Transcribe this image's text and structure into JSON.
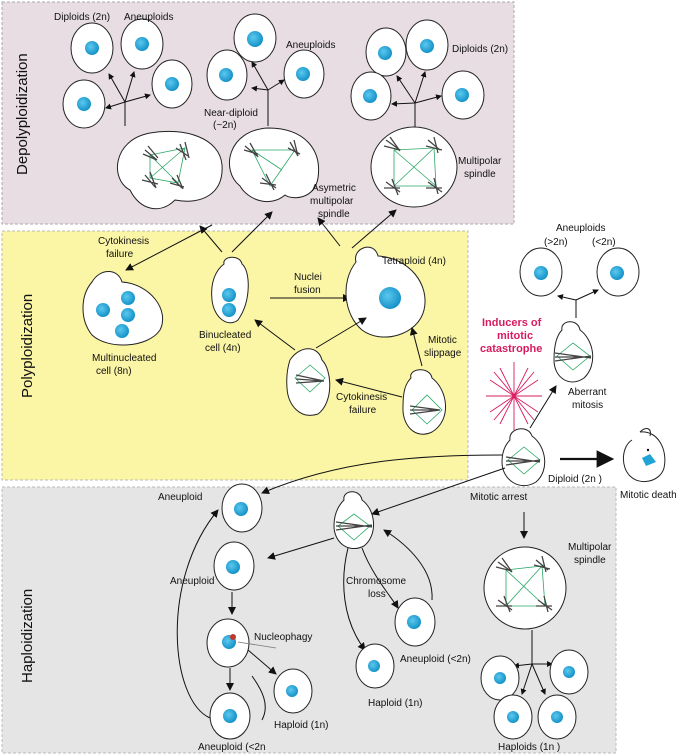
{
  "sections": {
    "depoly": "Depolyploidization",
    "poly": "Polyploidization",
    "haplo": "Haploidization"
  },
  "labels": {
    "diploids_2n_a": "Diploids (2n)",
    "aneuploids_a": "Aneuploids",
    "aneuploids_b": "Aneuploids",
    "near_diploid_1": "Near-diploid",
    "near_diploid_2": "(~2n)",
    "asym_1": "Asymetric",
    "asym_2": "multipolar",
    "asym_3": "spindle",
    "diploids_2n_b": "Diploids (2n)",
    "multipolar_1": "Multipolar",
    "multipolar_2": "spindle",
    "cytokinesis_fail_1a": "Cytokinesis",
    "cytokinesis_fail_1b": "failure",
    "multinucleated_1": "Multinucleated",
    "multinucleated_2": "cell (8n)",
    "binucleated_1": "Binucleated",
    "binucleated_2": "cell (4n)",
    "nuclei_fusion_1": "Nuclei",
    "nuclei_fusion_2": "fusion",
    "tetraploid": "Tetraploid (4n)",
    "mitotic_slippage_1": "Mitotic",
    "mitotic_slippage_2": "slippage",
    "cytokinesis_fail_2a": "Cytokinesis",
    "cytokinesis_fail_2b": "failure",
    "inducers_1": "Inducers of",
    "inducers_2": "mitotic",
    "inducers_3": "catastrophe",
    "aneuploids_right": "Aneuploids",
    "gt2n": "(>2n)",
    "lt2n": "(<2n)",
    "aberrant_1": "Aberrant",
    "aberrant_2": "mitosis",
    "diploid_center": "Diploid (2n )",
    "mitotic_death": "Mitotic death",
    "mitotic_arrest": "Mitotic arrest",
    "multipolar_3": "Multipolar",
    "multipolar_4": "spindle",
    "aneuploid_top": "Aneuploid",
    "aneuploid_mid": "Aneuploid",
    "nucleophagy": "Nucleophagy",
    "chromosome_loss_1": "Chromosome",
    "chromosome_loss_2": "loss",
    "aneuploid_lt2n_a": "Aneuploid (<2n",
    "haploid_1n_a": "Haploid (1n)",
    "haploid_1n_b": "Haploid (1n)",
    "aneuploid_lt2n_b": "Aneuploid (<2n)",
    "haploids_1n": "Haploids (1n )"
  },
  "colors": {
    "depoly_bg": "#e8dde3",
    "poly_bg": "#fbf5a6",
    "haplo_bg": "#e5e5e5",
    "nucleus": "#22a3d6",
    "spindle": "#2aa865",
    "inducer": "#d81b60"
  }
}
